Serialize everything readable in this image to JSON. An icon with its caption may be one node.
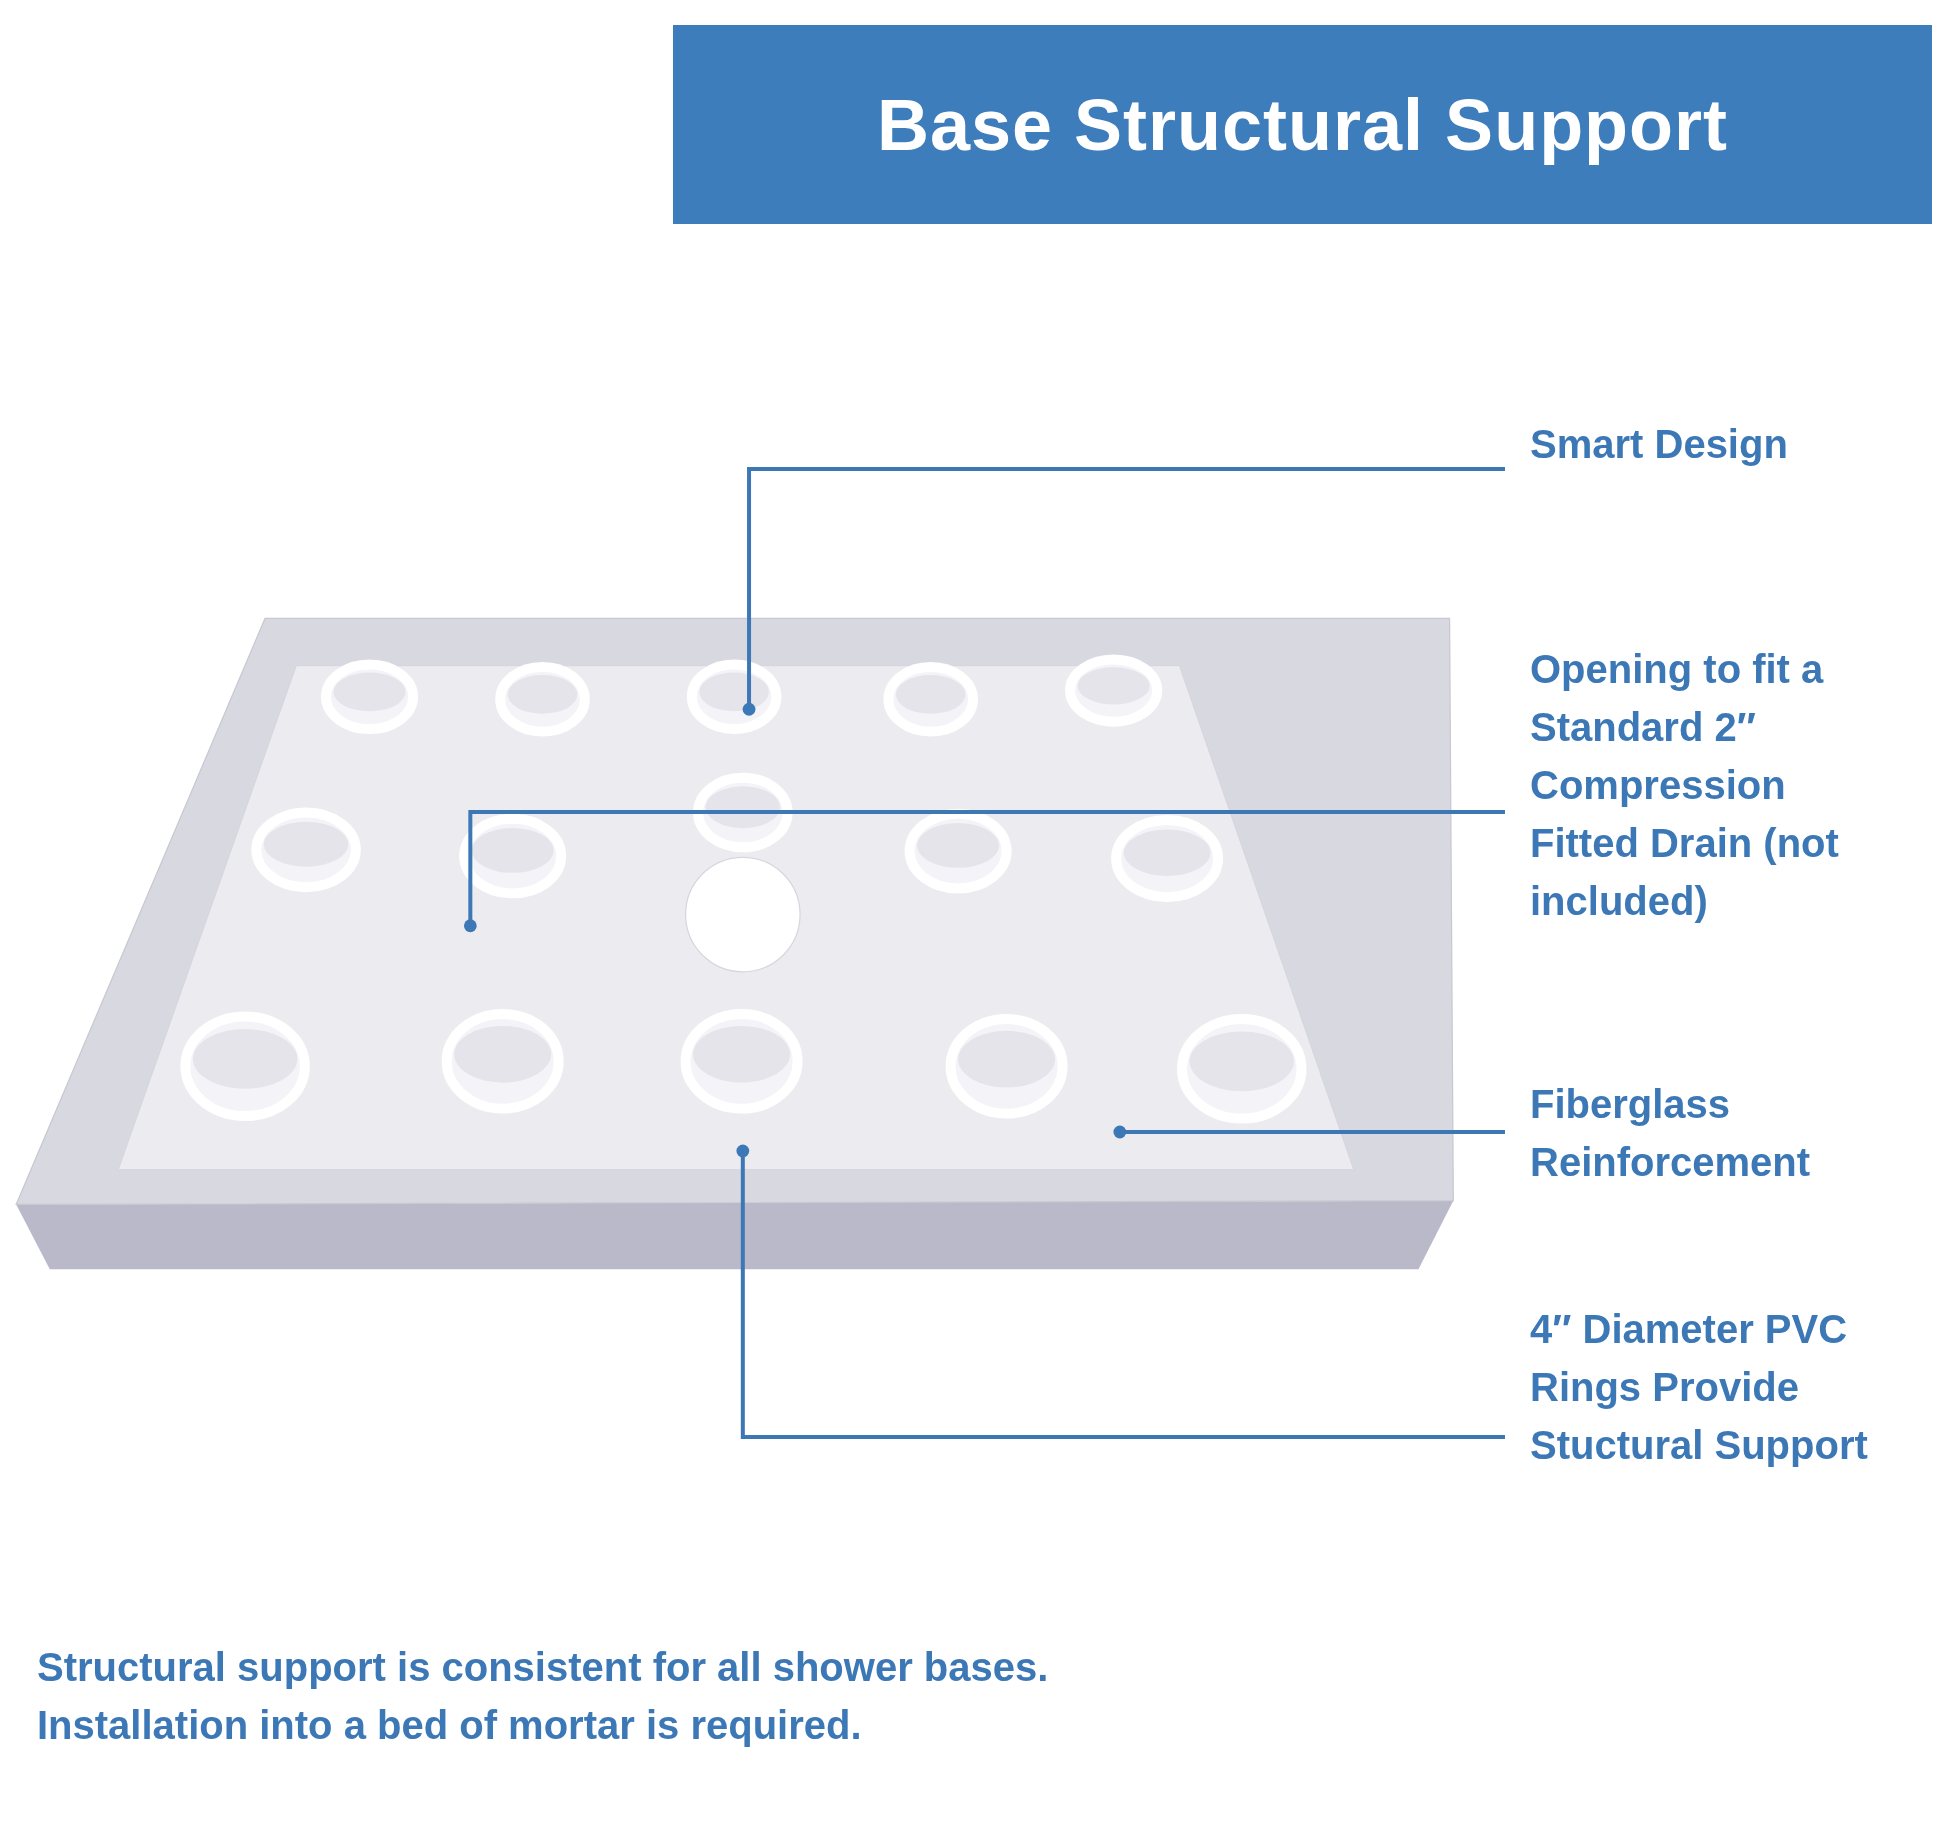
{
  "diagram": {
    "title": "Base Structural Support",
    "nodes": [
      {
        "text": [
          "Smart Design"
        ]
      },
      {
        "text": [
          "Opening to fit a Standard 2″ Compression Fitted Drain (not included)"
        ]
      },
      {
        "text": [
          "Fiberglass Reinforcement"
        ]
      },
      {
        "text": [
          "4″ Diameter PVC Rings Provide Stuctural Support"
        ]
      }
    ],
    "edges": [
      {
        "from": 0,
        "to": null,
        "arrow": "other"
      },
      {
        "from": 1,
        "to": null,
        "arrow": "other"
      },
      {
        "from": 2,
        "to": null,
        "arrow": "other"
      },
      {
        "from": 3,
        "to": null,
        "arrow": "other"
      }
    ],
    "labels": [
      "Structural support is consistent for all shower bases. Installation into a bed of mortar is required."
    ]
  }
}
